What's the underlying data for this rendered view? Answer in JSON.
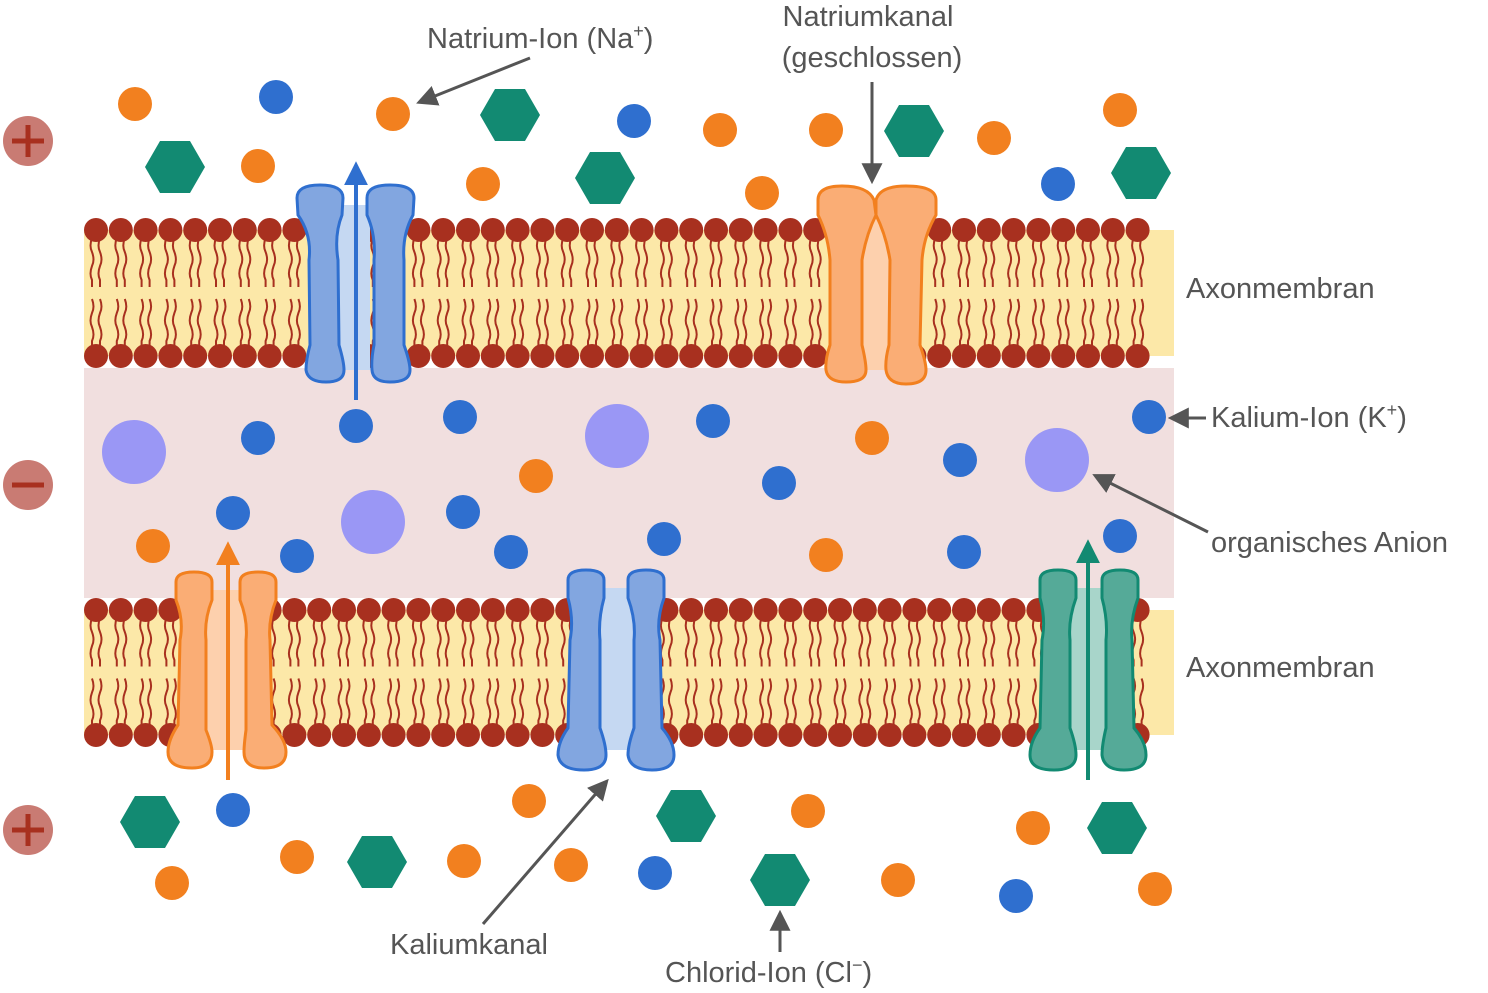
{
  "labels": {
    "natrium_ion": "Natrium-Ion (Na",
    "natrium_ion_sup": "+",
    "natrium_ion_end": ")",
    "natriumkanal_line1": "Natriumkanal",
    "natriumkanal_line2": "(geschlossen)",
    "axonmembran_top": "Axonmembran",
    "kalium_ion": "Kalium-Ion (K",
    "kalium_ion_sup": "+",
    "kalium_ion_end": ")",
    "organisches_anion": "organisches Anion",
    "axonmembran_bottom": "Axonmembran",
    "kaliumkanal": "Kaliumkanal",
    "chlorid_ion": "Chlorid-Ion (Cl",
    "chlorid_ion_sup": "−",
    "chlorid_ion_end": ")"
  },
  "charges": {
    "top": "plus",
    "middle": "minus",
    "bottom": "plus"
  },
  "colors": {
    "sodium": "#f2801f",
    "potassium": "#2f6fcf",
    "chloride": "#128a72",
    "anion": "#9a97f5",
    "lipid_head": "#a8301f",
    "lipid_core": "#fce8a8",
    "cytoplasm": "#f1dfdf",
    "charge_badge": "#c97b73",
    "charge_symbol": "#a8301f",
    "label_text": "#555555",
    "arrow_gray": "#555555"
  }
}
